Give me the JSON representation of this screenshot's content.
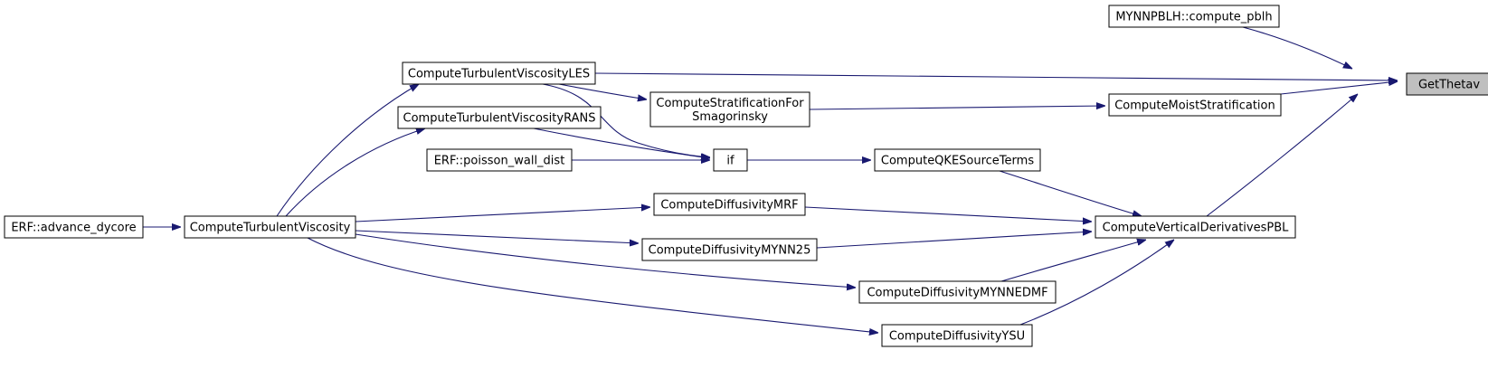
{
  "colors": {
    "edge": "#191970",
    "node_fill": "#ffffff",
    "highlight_fill": "#bfbfbf",
    "border": "#000000"
  },
  "nodes": {
    "get_thetav": {
      "lines": [
        "GetThetav"
      ]
    },
    "mynnpblh": {
      "lines": [
        "MYNNPBLH::compute_pblh"
      ]
    },
    "les": {
      "lines": [
        "ComputeTurbulentViscosityLES"
      ]
    },
    "strat_smag": {
      "lines": [
        "ComputeStratificationFor",
        "Smagorinsky"
      ]
    },
    "moist_strat": {
      "lines": [
        "ComputeMoistStratification"
      ]
    },
    "rans": {
      "lines": [
        "ComputeTurbulentViscosityRANS"
      ]
    },
    "poisson": {
      "lines": [
        "ERF::poisson_wall_dist"
      ]
    },
    "if_node": {
      "lines": [
        "if"
      ]
    },
    "qke": {
      "lines": [
        "ComputeQKESourceTerms"
      ]
    },
    "advance": {
      "lines": [
        "ERF::advance_dycore"
      ]
    },
    "turb_visc": {
      "lines": [
        "ComputeTurbulentViscosity"
      ]
    },
    "mrf": {
      "lines": [
        "ComputeDiffusivityMRF"
      ]
    },
    "vert_deriv": {
      "lines": [
        "ComputeVerticalDerivativesPBL"
      ]
    },
    "mynn25": {
      "lines": [
        "ComputeDiffusivityMYNN25"
      ]
    },
    "mynnedmf": {
      "lines": [
        "ComputeDiffusivityMYNNEDMF"
      ]
    },
    "ysu": {
      "lines": [
        "ComputeDiffusivityYSU"
      ]
    }
  },
  "edges": [
    [
      "mynnpblh",
      "get_thetav"
    ],
    [
      "les",
      "get_thetav"
    ],
    [
      "moist_strat",
      "get_thetav"
    ],
    [
      "vert_deriv",
      "get_thetav"
    ],
    [
      "les",
      "strat_smag"
    ],
    [
      "strat_smag",
      "moist_strat"
    ],
    [
      "les",
      "if_node"
    ],
    [
      "rans",
      "if_node"
    ],
    [
      "poisson",
      "if_node"
    ],
    [
      "if_node",
      "qke"
    ],
    [
      "qke",
      "vert_deriv"
    ],
    [
      "turb_visc",
      "les"
    ],
    [
      "turb_visc",
      "rans"
    ],
    [
      "advance",
      "turb_visc"
    ],
    [
      "turb_visc",
      "mrf"
    ],
    [
      "turb_visc",
      "mynn25"
    ],
    [
      "turb_visc",
      "mynnedmf"
    ],
    [
      "turb_visc",
      "ysu"
    ],
    [
      "mrf",
      "vert_deriv"
    ],
    [
      "mynn25",
      "vert_deriv"
    ],
    [
      "mynnedmf",
      "vert_deriv"
    ],
    [
      "ysu",
      "vert_deriv"
    ]
  ]
}
